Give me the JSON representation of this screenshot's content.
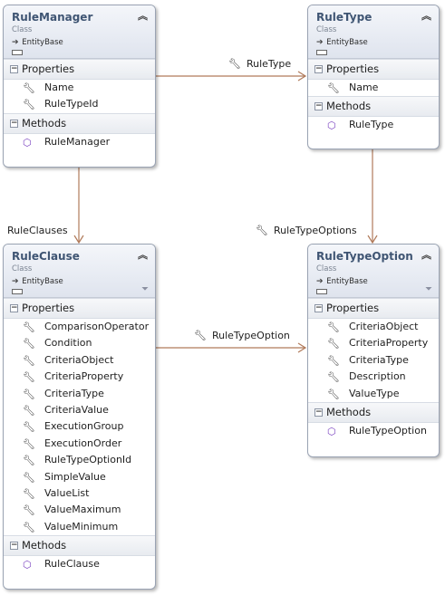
{
  "classes": {
    "rule_manager": {
      "name": "RuleManager",
      "kind": "Class",
      "base": "EntityBase",
      "properties_title": "Properties",
      "properties": [
        "Name",
        "RuleTypeId"
      ],
      "methods_title": "Methods",
      "methods": [
        "RuleManager"
      ]
    },
    "rule_type": {
      "name": "RuleType",
      "kind": "Class",
      "base": "EntityBase",
      "properties_title": "Properties",
      "properties": [
        "Name"
      ],
      "methods_title": "Methods",
      "methods": [
        "RuleType"
      ]
    },
    "rule_clause": {
      "name": "RuleClause",
      "kind": "Class",
      "base": "EntityBase",
      "properties_title": "Properties",
      "properties": [
        "ComparisonOperator",
        "Condition",
        "CriteriaObject",
        "CriteriaProperty",
        "CriteriaType",
        "CriteriaValue",
        "ExecutionGroup",
        "ExecutionOrder",
        "RuleTypeOptionId",
        "SimpleValue",
        "ValueList",
        "ValueMaximum",
        "ValueMinimum"
      ],
      "methods_title": "Methods",
      "methods": [
        "RuleClause"
      ]
    },
    "rule_type_option": {
      "name": "RuleTypeOption",
      "kind": "Class",
      "base": "EntityBase",
      "properties_title": "Properties",
      "properties": [
        "CriteriaObject",
        "CriteriaProperty",
        "CriteriaType",
        "Description",
        "ValueType"
      ],
      "methods_title": "Methods",
      "methods": [
        "RuleTypeOption"
      ]
    }
  },
  "associations": {
    "rule_type": "RuleType",
    "rule_clauses": "RuleClauses",
    "rule_type_options": "RuleTypeOptions",
    "rule_type_option": "RuleTypeOption"
  },
  "icons": {
    "property": "wrench-icon",
    "method": "cube-icon",
    "collapse": "double-chevron-up-icon",
    "filter": "filter-icon",
    "inheritance": "arrow-icon"
  },
  "colors": {
    "association_line": "#b07a5a",
    "class_title": "#3f5573",
    "method_icon": "#7a42c0"
  }
}
